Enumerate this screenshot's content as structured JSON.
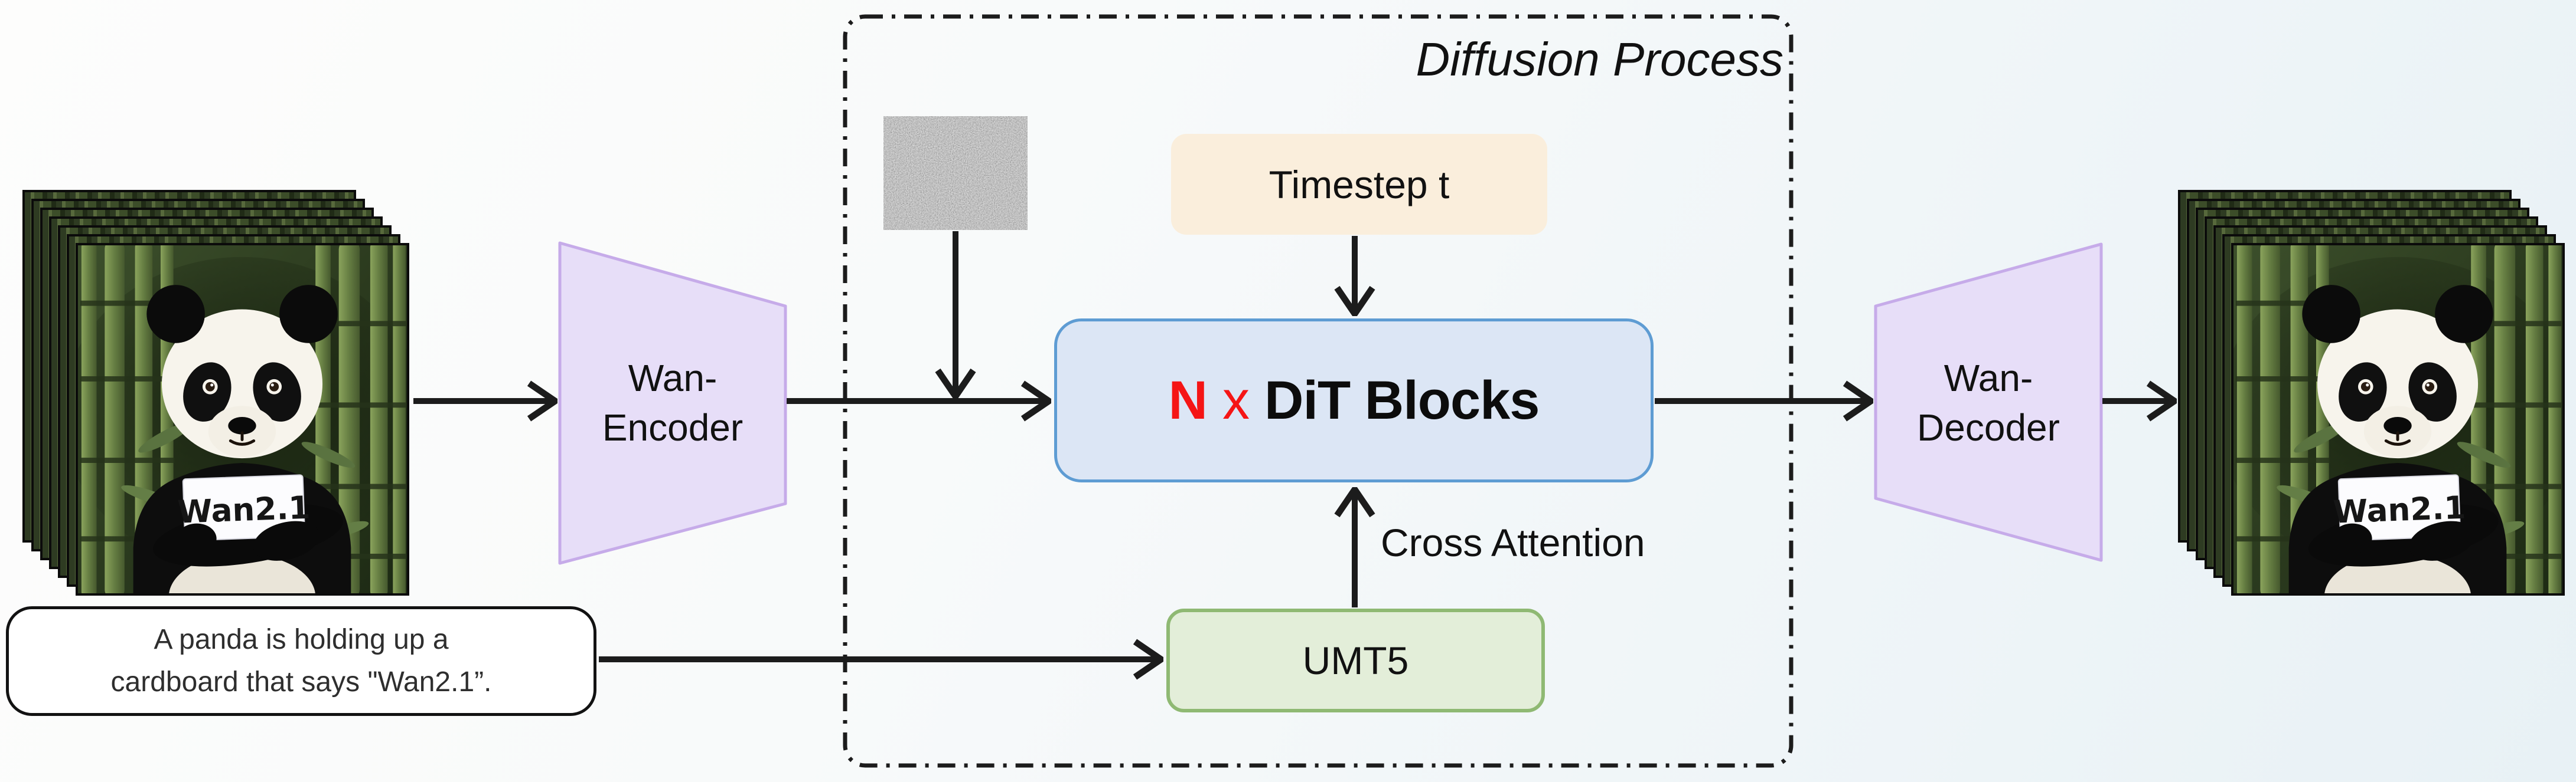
{
  "title": "Diffusion Process",
  "boxes": {
    "timestep": "Timestep t",
    "dit": {
      "n": "N",
      "times": "x",
      "label": "DiT Blocks"
    },
    "umt5": "UMT5",
    "encoder": {
      "line1": "Wan-",
      "line2": "Encoder"
    },
    "decoder": {
      "line1": "Wan-",
      "line2": "Decoder"
    }
  },
  "labels": {
    "cross_attention": "Cross Attention"
  },
  "prompt": {
    "line1": "A panda is holding up a",
    "line2": "cardboard that says \"Wan2.1”."
  },
  "stacks": {
    "frame_count": 7,
    "card_text": "Wan2.1"
  },
  "icons": {
    "noise_patch": "gaussian-noise-square",
    "left_stack": "video-frame-stack",
    "right_stack": "video-frame-stack"
  },
  "colors": {
    "ink": "#111111",
    "arrow": "#1c1c1c",
    "dashed": "#1c1c1c",
    "dit-fill": "#dce6f5",
    "dit-border": "#5e9cd3",
    "dit-red": "#f51515",
    "timestep-fill": "#faeedc",
    "umt5-fill": "#e3eed9",
    "umt5-border": "#8fb973",
    "vae-fill": "#e7def8",
    "vae-border": "#c6abe9",
    "prompt-border": "#121212",
    "prompt-text": "#2e2e2e"
  }
}
